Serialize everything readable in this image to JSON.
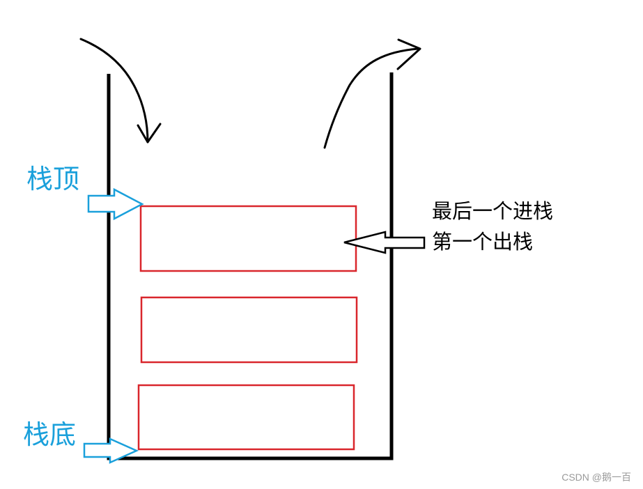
{
  "labels": {
    "top": "栈顶",
    "bottom": "栈底",
    "note_line1": "最后一个进栈",
    "note_line2": "第一个出栈"
  },
  "watermark": "CSDN @鹅一百",
  "colors": {
    "stack_outline": "#000000",
    "element_border": "#d9262c",
    "pointer_arrow": "#1aa0db",
    "label_blue": "#1aa0db"
  },
  "stack": {
    "element_count": 3
  },
  "icons": {
    "push_arrow": "curved-down-arrow-icon",
    "pop_arrow": "curved-up-arrow-icon",
    "pointer": "block-arrow-icon"
  }
}
